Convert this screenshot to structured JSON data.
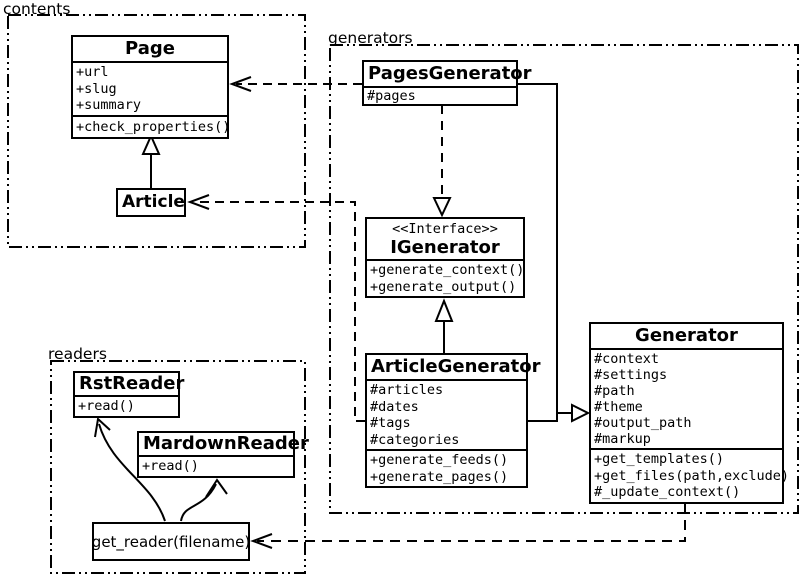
{
  "packages": {
    "contents": {
      "label": "contents"
    },
    "generators": {
      "label": "generators"
    },
    "readers": {
      "label": "readers"
    }
  },
  "classes": {
    "page": {
      "title": "Page",
      "attributes": [
        "+url",
        "+slug",
        "+summary"
      ],
      "methods": [
        "+check_properties()"
      ]
    },
    "article": {
      "title": "Article"
    },
    "pages_generator": {
      "title": "PagesGenerator",
      "attributes": [
        "#pages"
      ]
    },
    "igenerator": {
      "stereotype": "<<Interface>>",
      "title": "IGenerator",
      "methods": [
        "+generate_context()",
        "+generate_output()"
      ]
    },
    "article_generator": {
      "title": "ArticleGenerator",
      "attributes": [
        "#articles",
        "#dates",
        "#tags",
        "#categories"
      ],
      "methods": [
        "+generate_feeds()",
        "+generate_pages()"
      ]
    },
    "generator": {
      "title": "Generator",
      "attributes": [
        "#context",
        "#settings",
        "#path",
        "#theme",
        "#output_path",
        "#markup"
      ],
      "methods": [
        "+get_templates()",
        "+get_files(path,exclude)",
        "#_update_context()"
      ]
    },
    "rst_reader": {
      "title": "RstReader",
      "methods": [
        "+read()"
      ]
    },
    "mardown_reader": {
      "title": "MardownReader",
      "methods": [
        "+read()"
      ]
    },
    "get_reader": {
      "label": "get_reader(filename)"
    }
  },
  "colors": {
    "line": "#000000",
    "background": "#ffffff"
  }
}
